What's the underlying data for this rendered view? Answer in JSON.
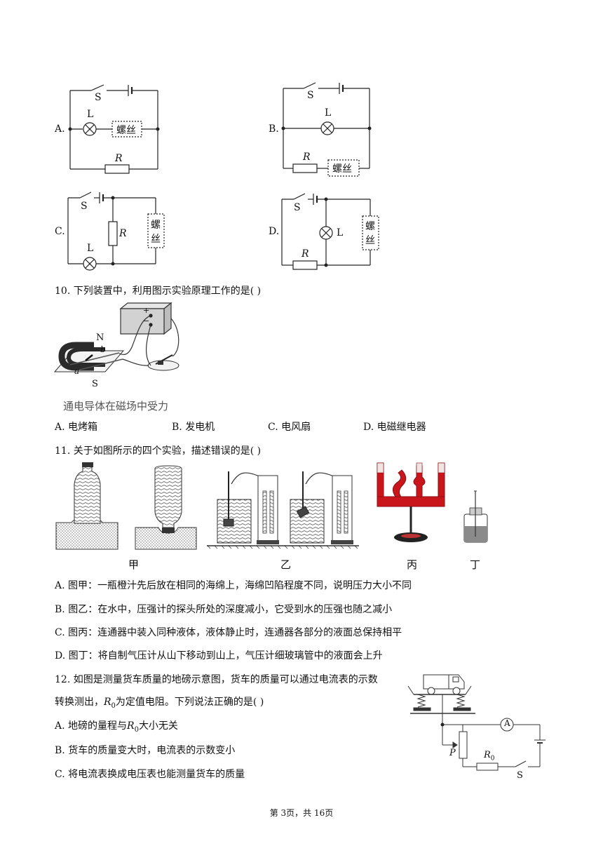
{
  "circuits": {
    "A": {
      "option": "A.",
      "S": "S",
      "L": "L",
      "screw": "螺丝",
      "R": "R"
    },
    "B": {
      "option": "B.",
      "S": "S",
      "L": "L",
      "screw": "螺丝",
      "R": "R"
    },
    "C": {
      "option": "C.",
      "S": "S",
      "L": "L",
      "screw_top": "螺",
      "screw_bottom": "丝",
      "R": "R"
    },
    "D": {
      "option": "D.",
      "S": "S",
      "L": "L",
      "screw_top": "螺",
      "screw_bottom": "丝",
      "R": "R"
    }
  },
  "q10": {
    "stem": "10. 下列装置中，利用图示实验原理工作的是(    )",
    "figure": {
      "plus": "+",
      "minus": "−",
      "N": "N",
      "b": "b",
      "a": "a",
      "S": "S",
      "caption": "通电导体在磁场中受力"
    },
    "options": [
      "A. 电烤箱",
      "B. 发电机",
      "C. 电风扇",
      "D. 电磁继电器"
    ]
  },
  "q11": {
    "stem": "11. 关于如图所示的四个实验，描述错误的是(    )",
    "figure_labels": [
      "甲",
      "乙",
      "丙",
      "丁"
    ],
    "options": [
      "A. 图甲：一瓶橙汁先后放在相同的海绵上，海绵凹陷程度不同，说明压力大小不同",
      "B. 图乙：在水中，压强计的探头所处的深度减小，它受到水的压强也随之减小",
      "C. 图丙：连通器中装入同种液体，液体静止时，连通器各部分的液面总保持相平",
      "D. 图丁：将自制气压计从山下移动到山上，气压计细玻璃管中的液面会上升"
    ]
  },
  "q12": {
    "stem_line1": "12. 如图是测量货车质量的地磅示意图，货车的质量可以通过电流表的示数",
    "stem_line2_pre": "转换测出，",
    "stem_line2_var": "R",
    "stem_line2_sub": "0",
    "stem_line2_post": "为定值电阻。下列说法正确的是(    )",
    "optA_pre": "A. 地磅的量程与",
    "optA_var": "R",
    "optA_sub": "0",
    "optA_post": "大小无关",
    "optB": "B. 货车的质量变大时，电流表的示数变小",
    "optC": "C. 将电流表换成电压表也能测量货车的质量",
    "figure": {
      "A": "A",
      "P": "P",
      "R0": "R",
      "R0_sub": "0",
      "S": "S"
    }
  },
  "footer": "第 3页，共 16页"
}
